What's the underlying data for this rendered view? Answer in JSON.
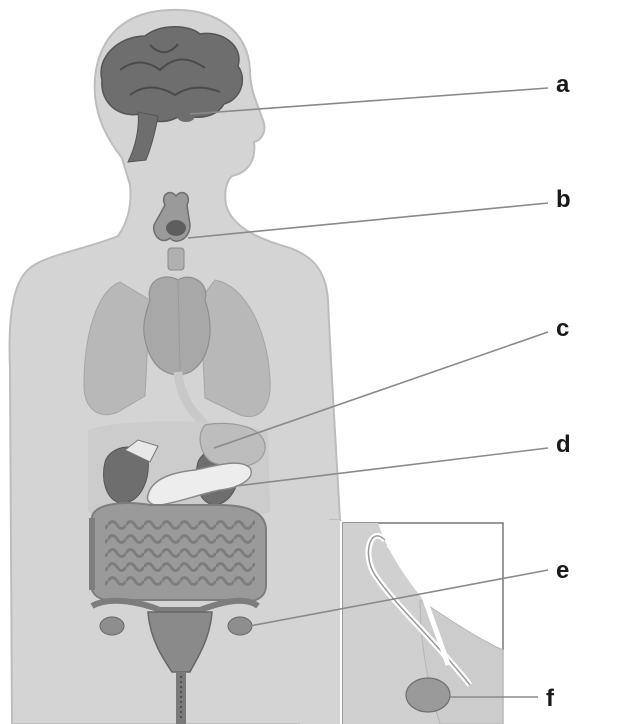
{
  "figure": {
    "labels": [
      {
        "id": "a",
        "text": "a",
        "organ": "brain"
      },
      {
        "id": "b",
        "text": "b",
        "organ": "thyroid"
      },
      {
        "id": "c",
        "text": "c",
        "organ": "stomach"
      },
      {
        "id": "d",
        "text": "d",
        "organ": "pancreas"
      },
      {
        "id": "e",
        "text": "e",
        "organ": "ovary"
      },
      {
        "id": "f",
        "text": "f",
        "organ": "testis"
      }
    ]
  },
  "colors": {
    "body": "#d4d4d4",
    "body_outline": "#bdbdbd",
    "organ_dark": "#6e6e6e",
    "organ_mid": "#9a9a9a",
    "organ_light": "#b8b8b8",
    "leader_line": "#8a8a8a",
    "label_text": "#1a1a1a"
  }
}
